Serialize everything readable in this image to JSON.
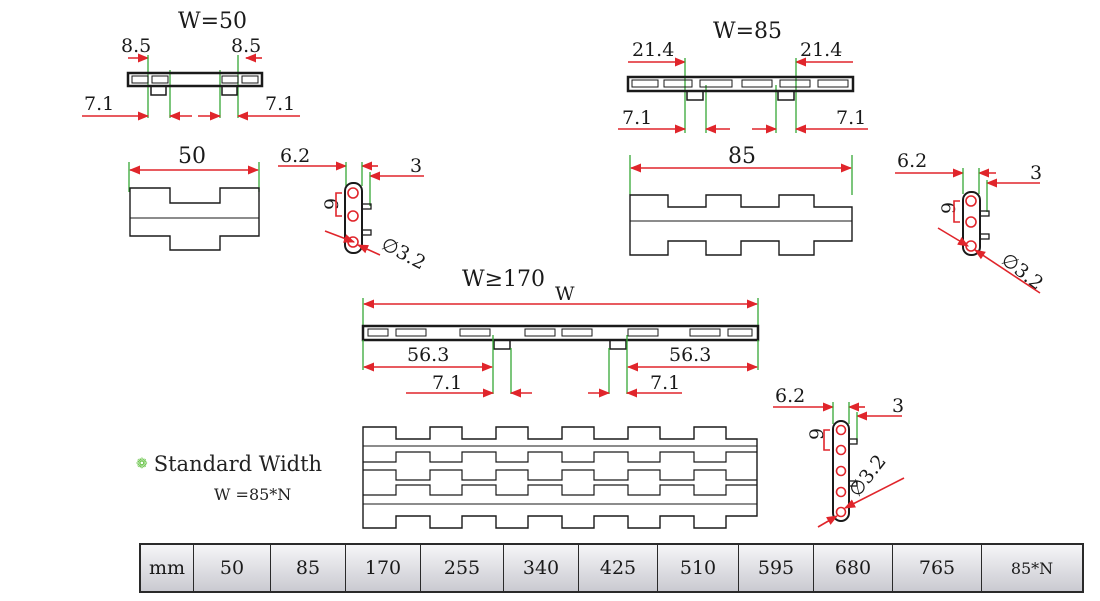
{
  "w50": {
    "title": "W=50",
    "dim_top": "8.5",
    "dim_bottom": "7.1",
    "top_width": "50"
  },
  "w85": {
    "title": "W=85",
    "dim_top": "21.4",
    "dim_bottom": "7.1",
    "top_width": "85"
  },
  "w170": {
    "title": "W≥170",
    "width_label": "W",
    "dim_side": "56.3",
    "dim_bottom": "7.1"
  },
  "side_view": {
    "pitch_left": "6.2",
    "pitch_right": "3",
    "height": "9",
    "diameter": "∅3.2"
  },
  "standard_width": {
    "label": "Standard Width",
    "formula": "W =85*N"
  },
  "table": {
    "header": "mm",
    "values": [
      "50",
      "85",
      "170",
      "255",
      "340",
      "425",
      "510",
      "595",
      "680",
      "765",
      "85*N"
    ]
  }
}
